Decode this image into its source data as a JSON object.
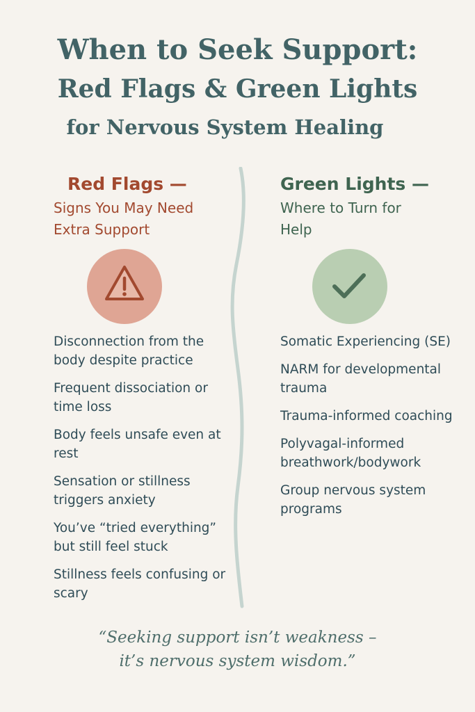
{
  "title": {
    "line1": "When to Seek Support:",
    "line2": "Red Flags & Green Lights",
    "line3": "for Nervous System Healing"
  },
  "red_flags": {
    "heading": "Red Flags —",
    "subheading": "Signs You May Need Extra Support",
    "icon": "warning-triangle-icon",
    "color": "#a2492f",
    "items": [
      "Disconnection from the body despite practice",
      "Frequent dissociation or time loss",
      "Body feels unsafe even at rest",
      "Sensation or stillness triggers anxiety",
      "You’ve “tried everything” but still feel stuck",
      "Stillness feels confusing or scary"
    ]
  },
  "green_lights": {
    "heading": "Green Lights —",
    "subheading": "Where to Turn for Help",
    "icon": "checkmark-icon",
    "color": "#3f6450",
    "items": [
      "Somatic Experiencing (SE)",
      "NARM for developmental trauma",
      "Trauma-informed coaching",
      "Polyvagal-informed breathwork/bodywork",
      "Group nervous system programs"
    ]
  },
  "quote": {
    "line1": "“Seeking support isn’t weakness –",
    "line2": "it’s nervous system wisdom.”"
  }
}
